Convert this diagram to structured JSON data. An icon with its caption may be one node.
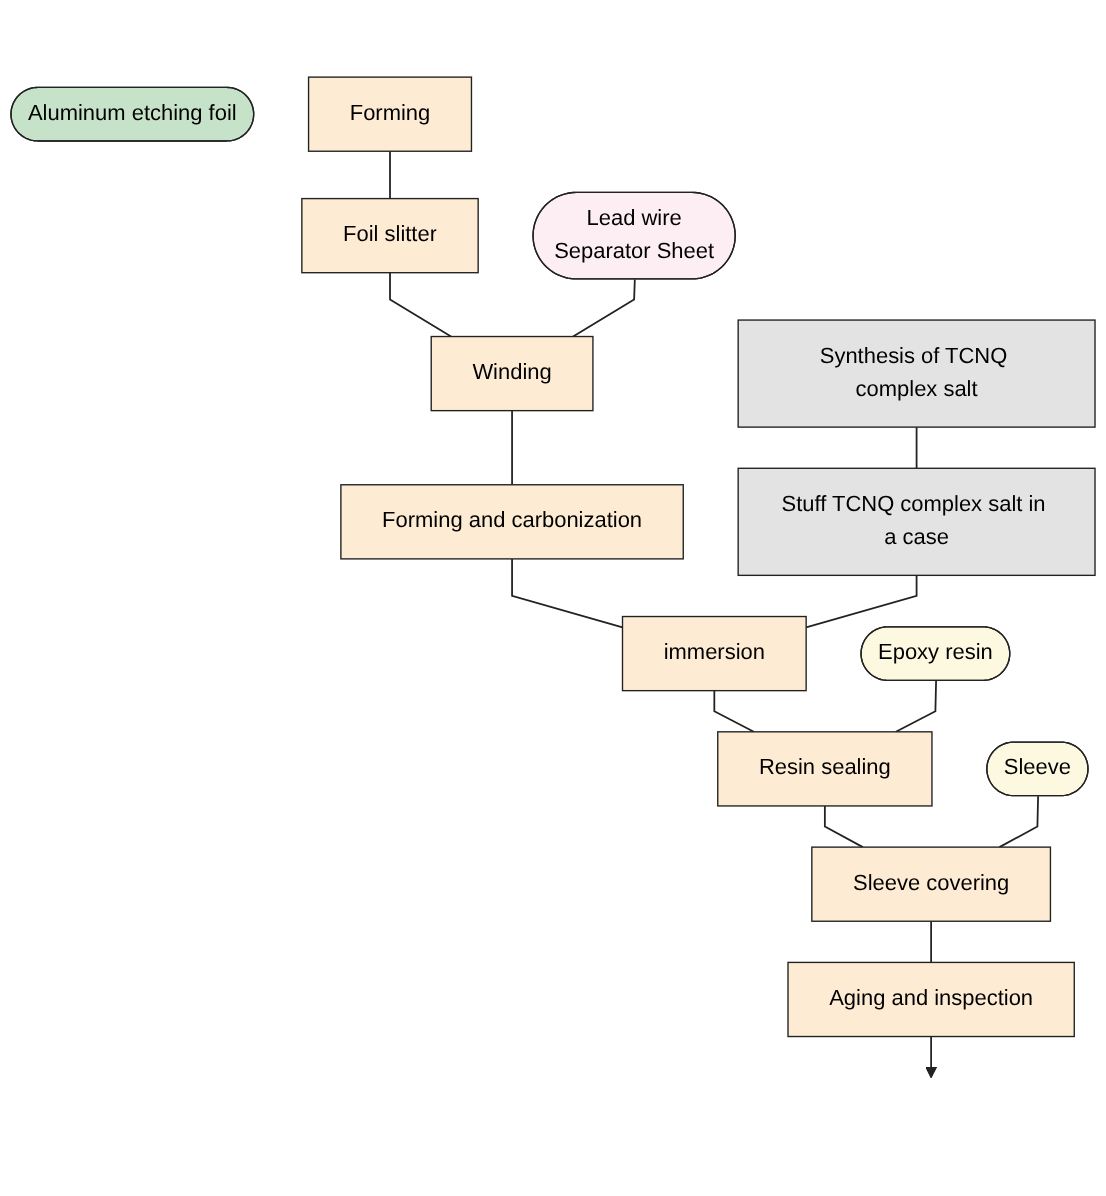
{
  "diagram": {
    "nodes": [
      {
        "text": [
          "Aluminum etching foil"
        ]
      },
      {
        "text": [
          "Forming"
        ]
      },
      {
        "text": [
          "Foil slitter"
        ]
      },
      {
        "text": [
          "Lead wire",
          "Separator Sheet"
        ]
      },
      {
        "text": [
          "Winding"
        ]
      },
      {
        "text": [
          "Synthesis of TCNQ complex salt"
        ]
      },
      {
        "text": [
          "Forming and carbonization"
        ]
      },
      {
        "text": [
          "Stuff TCNQ complex salt in a case"
        ]
      },
      {
        "text": [
          "immersion"
        ]
      },
      {
        "text": [
          "Epoxy resin"
        ]
      },
      {
        "text": [
          "Resin sealing"
        ]
      },
      {
        "text": [
          "Sleeve"
        ]
      },
      {
        "text": [
          "Sleeve covering"
        ]
      },
      {
        "text": [
          "Aging and inspection"
        ]
      }
    ],
    "edges": [
      {
        "from": 1,
        "to": 2,
        "arrow": "none"
      },
      {
        "from": 2,
        "to": 4,
        "arrow": "none"
      },
      {
        "from": 3,
        "to": 4,
        "arrow": "none"
      },
      {
        "from": 4,
        "to": 6,
        "arrow": "none"
      },
      {
        "from": 5,
        "to": 7,
        "arrow": "none"
      },
      {
        "from": 6,
        "to": 8,
        "arrow": "none"
      },
      {
        "from": 7,
        "to": 8,
        "arrow": "none"
      },
      {
        "from": 8,
        "to": 10,
        "arrow": "none"
      },
      {
        "from": 9,
        "to": 10,
        "arrow": "none"
      },
      {
        "from": 10,
        "to": 12,
        "arrow": "none"
      },
      {
        "from": 11,
        "to": 12,
        "arrow": "none"
      },
      {
        "from": 12,
        "to": 13,
        "arrow": "none"
      },
      {
        "from": 13,
        "to": null,
        "arrow": "to"
      }
    ]
  }
}
